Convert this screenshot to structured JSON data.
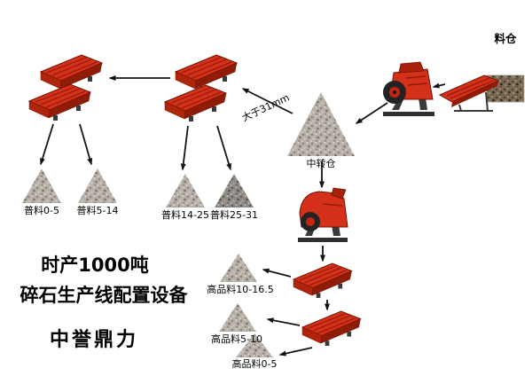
{
  "title": {
    "line1": "时产1000吨",
    "line2": "碎石生产线配置设备",
    "brand": "中誉鼎力"
  },
  "labels": {
    "silo": "料仓",
    "transfer_bin": "中转仓",
    "oversize_stream": "大于31mm",
    "ordinary_piles": [
      "普料0-5",
      "普料5-14",
      "普料14-25",
      "普料25-31"
    ],
    "premium_piles": [
      "高品料10-16.5",
      "高品料5-10",
      "高品料0-5"
    ]
  },
  "colors": {
    "machine_red": "#d5301a",
    "machine_shadow": "#8f1c06",
    "machine_outline": "#701202",
    "gravel_gray": "#b6b0a8",
    "gravel_dark": "#8f8a85",
    "arrow_black": "#141414",
    "text_black": "#000000",
    "background": "#ffffff"
  }
}
